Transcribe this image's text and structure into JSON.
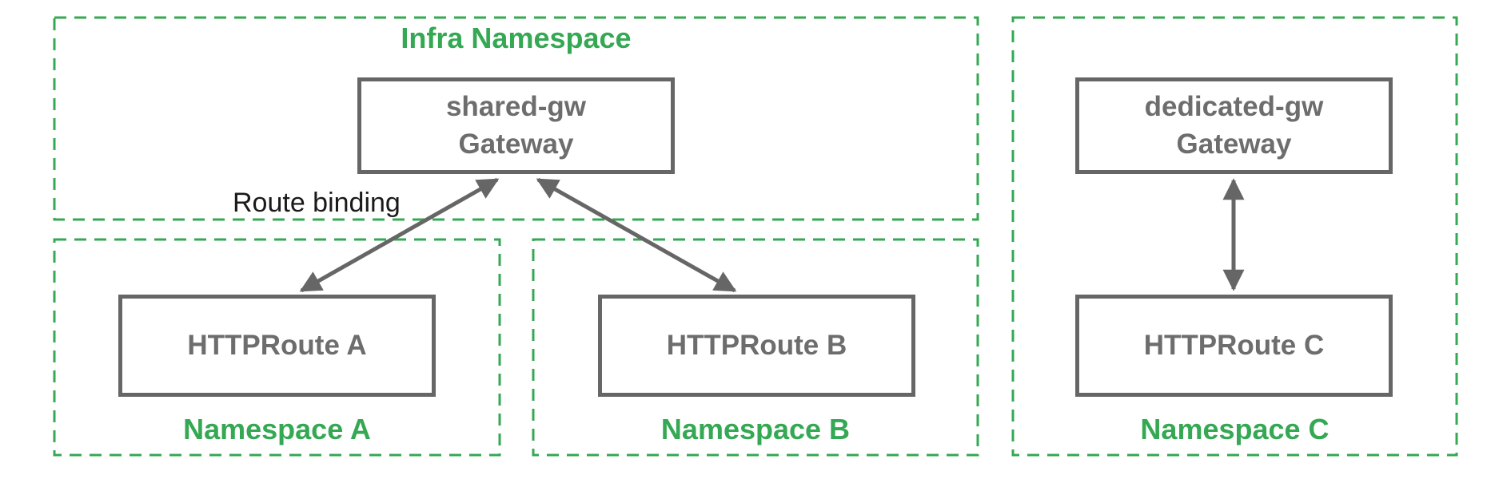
{
  "diagram": {
    "colors": {
      "namespace_green": "#34A853",
      "node_gray": "#666666",
      "node_text": "#6d6d6d",
      "annotation_black": "#1a1a1a"
    },
    "infra_namespace": {
      "label": "Infra Namespace",
      "gateway": {
        "name": "shared-gw",
        "kind": "Gateway"
      }
    },
    "namespace_a": {
      "label": "Namespace A",
      "route": "HTTPRoute A"
    },
    "namespace_b": {
      "label": "Namespace B",
      "route": "HTTPRoute B"
    },
    "namespace_c": {
      "label": "Namespace C",
      "gateway": {
        "name": "dedicated-gw",
        "kind": "Gateway"
      },
      "route": "HTTPRoute C"
    },
    "annotations": {
      "route_binding": "Route binding"
    }
  }
}
